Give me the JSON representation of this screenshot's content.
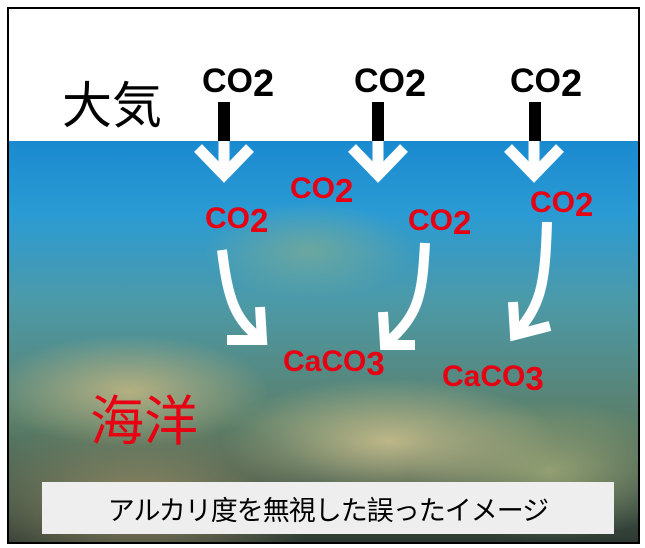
{
  "labels": {
    "atmosphere": "大気",
    "ocean": "海洋",
    "co2": "CO",
    "co2_sub": "2",
    "caco3": "CaCO",
    "caco3_sub": "3",
    "caption": "アルカリ度を無視した誤ったイメージ"
  },
  "colors": {
    "accent_red": "#e60012",
    "arrow_white": "#ffffff",
    "text_black": "#000000"
  }
}
